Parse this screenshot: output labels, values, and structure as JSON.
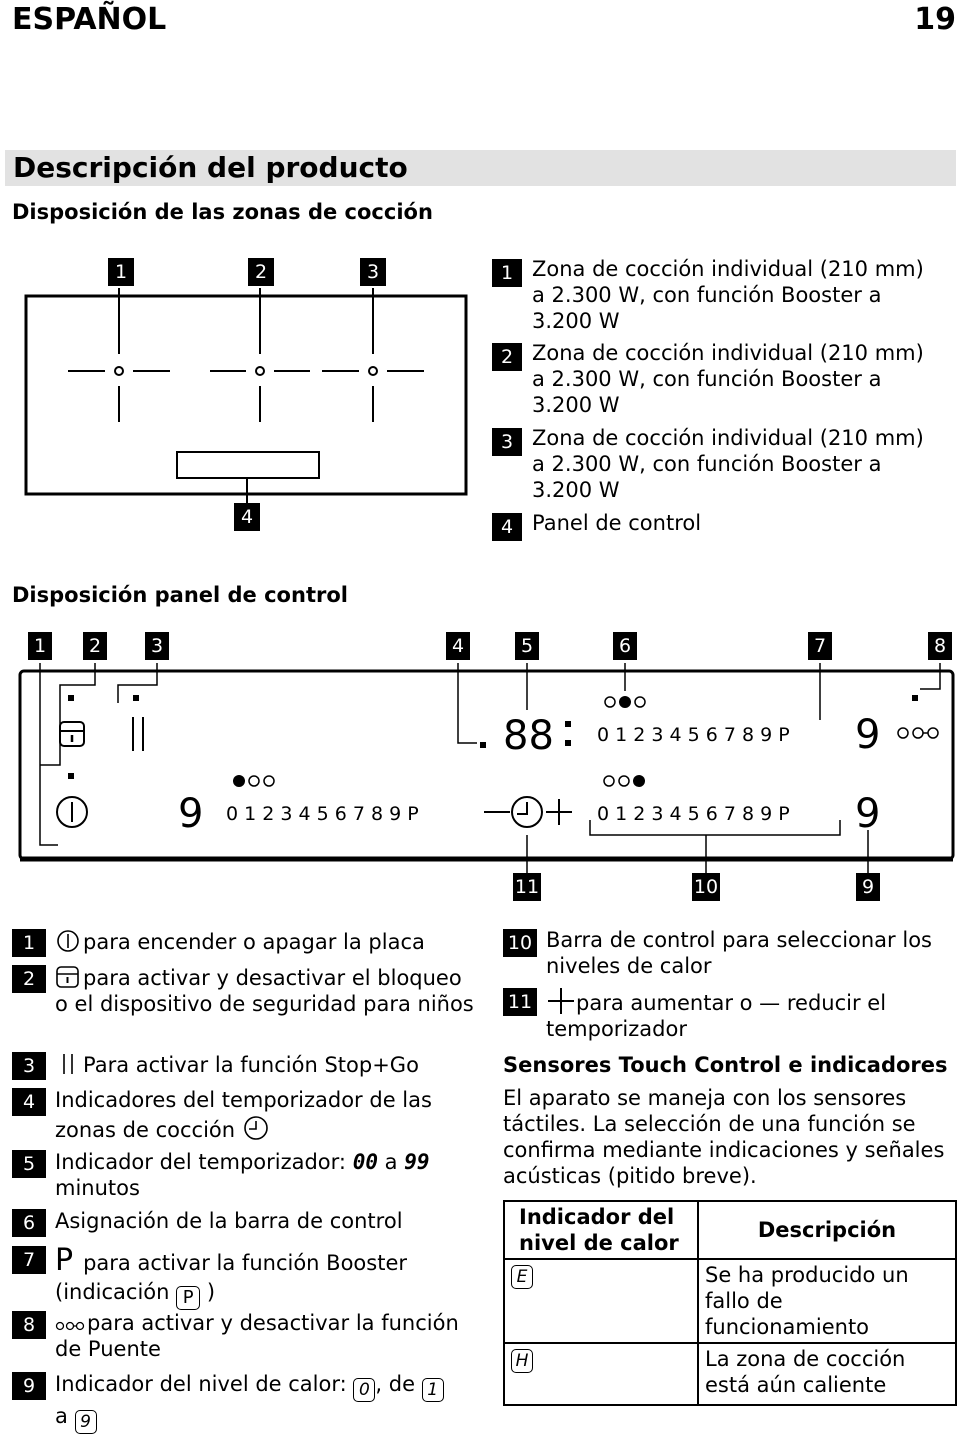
{
  "header": {
    "language": "ESPAÑOL",
    "page_number": "19"
  },
  "section_title": "Descripción del producto",
  "cooking_zones": {
    "heading": "Disposición de las zonas de cocción",
    "diagram_labels": [
      "1",
      "2",
      "3",
      "4"
    ],
    "legend": [
      {
        "num": "1",
        "text": "Zona de cocción individual (210 mm) a 2.300 W, con función Booster a 3.200 W"
      },
      {
        "num": "2",
        "text": "Zona de cocción individual (210 mm) a 2.300 W, con función Booster a 3.200 W"
      },
      {
        "num": "3",
        "text": "Zona de cocción individual (210 mm) a 2.300 W, con función Booster a 3.200 W"
      },
      {
        "num": "4",
        "text": "Panel de control"
      }
    ]
  },
  "control_panel": {
    "heading": "Disposición panel de control",
    "top_labels": [
      "1",
      "2",
      "3",
      "4",
      "5",
      "6",
      "7",
      "8"
    ],
    "bottom_labels": [
      "11",
      "10",
      "9"
    ],
    "timer_display": "88",
    "level_digit": "9",
    "scale_text": "0  1 2 3 4 5 6 7 8 9 P",
    "stopgo_symbol": "||",
    "booster_letter": "P",
    "legend_left": [
      {
        "num": "1",
        "icon": "power-icon",
        "text": "para encender o apagar la placa"
      },
      {
        "num": "2",
        "icon": "lock-icon",
        "text": "para activar y desactivar el bloqueo o el dispositivo de seguridad para niños"
      },
      {
        "num": "3",
        "icon": "pause-bars-icon",
        "text": "Para activar la función Stop+Go"
      },
      {
        "num": "4",
        "text": "Indicadores del temporizador de las zonas de cocción"
      },
      {
        "num": "5",
        "text": "Indicador del temporizador:",
        "d1": "00",
        "mid": "a",
        "d2": "99",
        "tail": "minutos"
      },
      {
        "num": "6",
        "text": "Asignación de la barra de control"
      },
      {
        "num": "7",
        "text": "para activar la función Booster (indicación",
        "close": ")"
      },
      {
        "num": "8",
        "text": "para activar y desactivar la función de Puente"
      },
      {
        "num": "9",
        "text": "Indicador del nivel de calor:",
        "d0": "0",
        "sep": ", de",
        "d1": "1",
        "mid": "a",
        "d9": "9"
      }
    ],
    "legend_right": [
      {
        "num": "10",
        "text": "Barra de control para seleccionar los niveles de calor"
      },
      {
        "num": "11",
        "text": "para aumentar o — reducir el temporizador"
      }
    ]
  },
  "sensors": {
    "heading": "Sensores Touch Control e indicadores",
    "paragraph": "El aparato se maneja con los sensores táctiles. La selección de una función se confirma mediante indicaciones y señales acústicas (pitido breve).",
    "table": {
      "col1": "Indicador del nivel de calor",
      "col2": "Descripción",
      "rows": [
        {
          "symbol": "E",
          "desc": "Se ha producido un fallo de funcionamiento"
        },
        {
          "symbol": "H",
          "desc": "La zona de cocción está aún caliente"
        }
      ]
    }
  }
}
